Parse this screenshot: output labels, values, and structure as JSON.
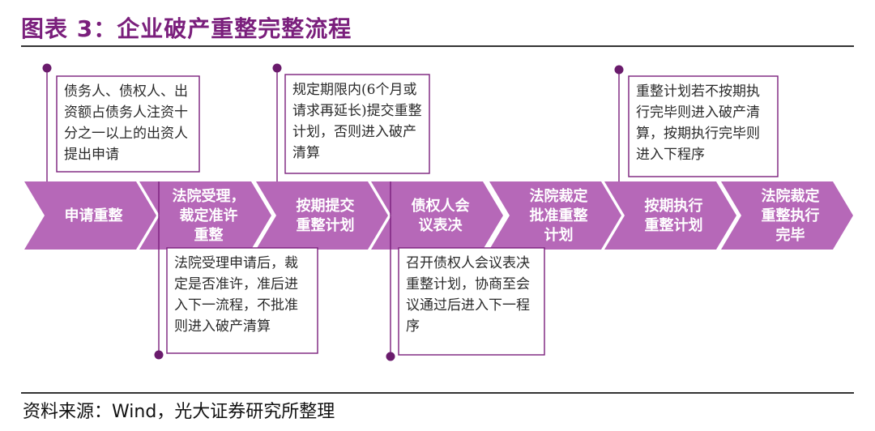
{
  "title": "图表 3：企业破产重整完整流程",
  "source": "资料来源：Wind，光大证券研究所整理",
  "stages": [
    {
      "lines": [
        "申请重整"
      ]
    },
    {
      "lines": [
        "法院受理，",
        "裁定准许",
        "重整"
      ]
    },
    {
      "lines": [
        "按期提交",
        "重整计划"
      ]
    },
    {
      "lines": [
        "债权人会",
        "议表决"
      ]
    },
    {
      "lines": [
        "法院裁定",
        "批准重整",
        "计划"
      ]
    },
    {
      "lines": [
        "按期执行",
        "重整计划"
      ]
    },
    {
      "lines": [
        "法院裁定",
        "重整执行",
        "完毕"
      ]
    }
  ],
  "notes": [
    {
      "position": "above",
      "stage": 0,
      "lines": [
        "债务人、债权人、出",
        "资额占债务人注资十",
        "分之一以上的出资人",
        "提出申请"
      ]
    },
    {
      "position": "below",
      "stage": 1,
      "lines": [
        "法院受理申请后，裁",
        "定是否准许，准后进",
        "入下一流程，不批准",
        "则进入破产清算"
      ]
    },
    {
      "position": "above",
      "stage": 2,
      "lines": [
        "规定期限内(6个月或",
        "请求再延长)提交重整",
        "计划，否则进入破产",
        "清算"
      ]
    },
    {
      "position": "below",
      "stage": 3,
      "lines": [
        "召开债权人会议表决",
        "重整计划，协商至会",
        "议通过后进入下一程",
        "序"
      ]
    },
    {
      "position": "above",
      "stage": 5,
      "lines": [
        "重整计划若不按期执",
        "行完毕则进入破产清",
        "算，按期执行完毕则",
        "进入下程序"
      ]
    }
  ]
}
